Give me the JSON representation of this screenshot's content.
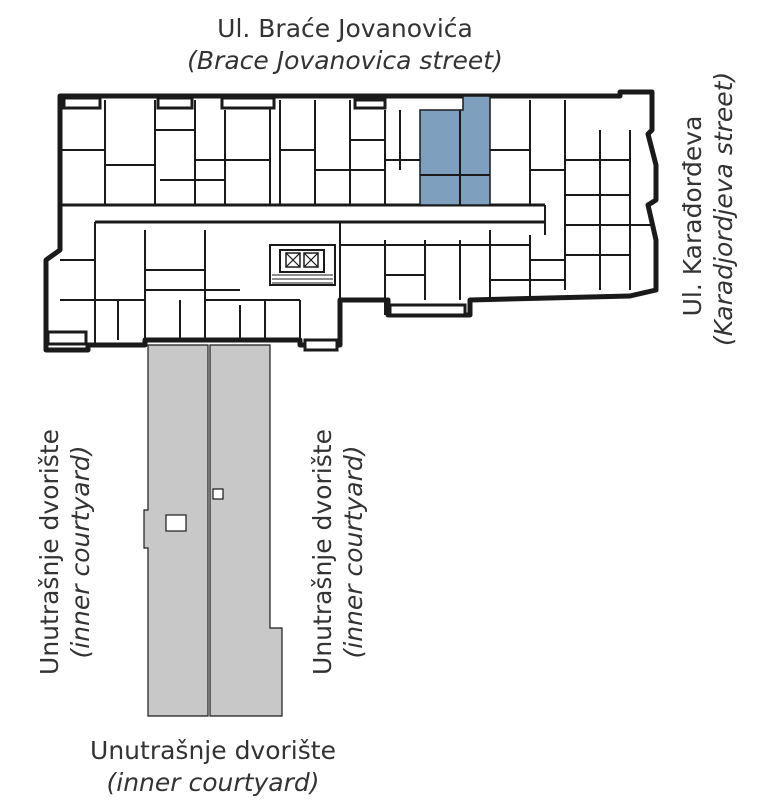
{
  "labels": {
    "top_street": {
      "name": "Ul. Braće Jovanovića",
      "translation": "(Brace Jovanovica street)"
    },
    "right_street": {
      "name": "Ul. Karađorđeva",
      "translation": "(Karadjordjeva street)"
    },
    "courtyard_left": {
      "name": "Unutrašnje dvorište",
      "translation": "(inner courtyard)"
    },
    "courtyard_middle": {
      "name": "Unutrašnje dvorište",
      "translation": "(inner courtyard)"
    },
    "courtyard_bottom": {
      "name": "Unutrašnje dvorište",
      "translation": "(inner courtyard)"
    }
  },
  "colors": {
    "highlight_unit": "#7f9fbf",
    "courtyard": "#c8c8c8",
    "walls": "#1a1a1a",
    "text": "#333333"
  }
}
